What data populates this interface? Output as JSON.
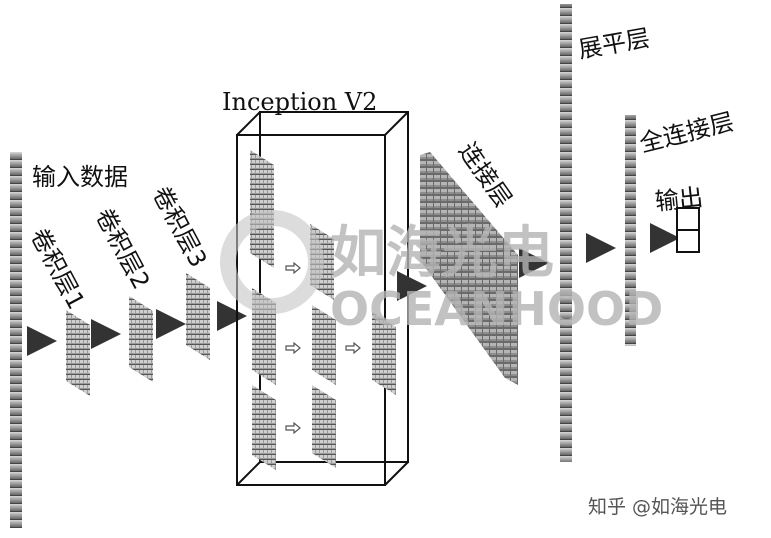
{
  "labels": {
    "input": "输入数据",
    "conv1": "卷积层1",
    "conv2": "卷积层2",
    "conv3": "卷积层3",
    "inception": "Inception V2",
    "connect": "连接层",
    "flatten": "展平层",
    "fully_connected": "全连接层",
    "output": "输出"
  },
  "watermark": {
    "cn": "如海光电",
    "en": "OCEANHOOD"
  },
  "footer": "知乎 @如海光电"
}
